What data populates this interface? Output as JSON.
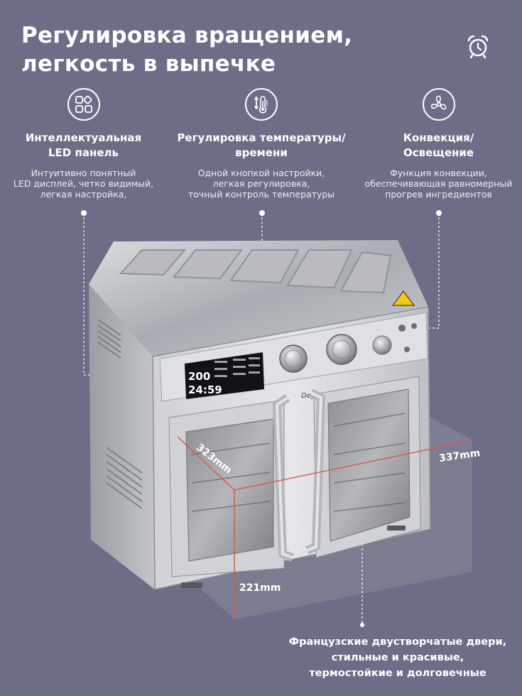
{
  "title": {
    "line1": "Регулировка вращением,",
    "line2": "легкость в выпечке"
  },
  "features": [
    {
      "icon": "grid-icon",
      "title_line1": "Интеллектуальная",
      "title_line2": "LED панель",
      "desc_line1": "Интуитивно понятный",
      "desc_line2": "LED дисплей, четко видимый,",
      "desc_line3": "легкая настройка,"
    },
    {
      "icon": "thermometer-icon",
      "title_line1": "Регулировка температуры/",
      "title_line2": "времени",
      "desc_line1": "Одной кнопкой настройки,",
      "desc_line2": "легкая регулировка,",
      "desc_line3": "точный контроль температуры"
    },
    {
      "icon": "fan-icon",
      "title_line1": "Конвекция/",
      "title_line2": "Освещение",
      "desc_line1": "Функция конвекции,",
      "desc_line2": "обеспечивающая равномерный",
      "desc_line3": "прогрев ингредиентов"
    }
  ],
  "dimensions": {
    "width": "337mm",
    "height": "221mm",
    "depth": "323mm"
  },
  "display": {
    "temp": "200",
    "time": "24:59"
  },
  "brand": "Deylinghs",
  "bottom_caption": {
    "line1": "Французские двустворчатые двери,",
    "line2": "стильные и красивые,",
    "line3": "термостойкие и долговечные"
  },
  "colors": {
    "background": "#6b6e86",
    "text": "#ffffff",
    "steel": "#c9cbcf",
    "dimension_line": "#e0504a"
  }
}
